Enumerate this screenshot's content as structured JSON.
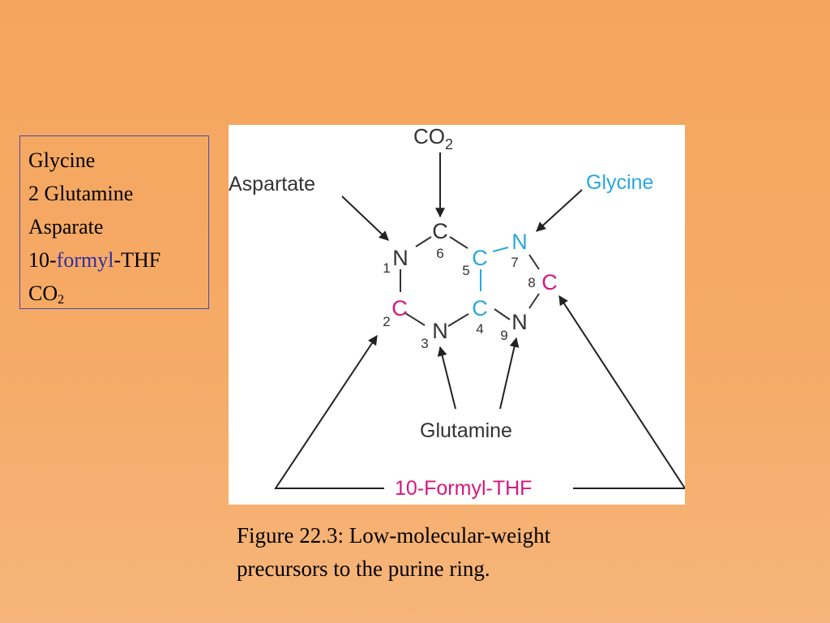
{
  "precursors": {
    "line1": "Glycine",
    "line2": "2 Glutamine",
    "line3": "Asparate",
    "line4_a": "10-",
    "line4_b": "formyl",
    "line4_c": "-THF",
    "line5_a": "CO",
    "line5_sub": "2"
  },
  "diagram": {
    "co2": "CO",
    "co2_sub": "2",
    "aspartate": "Aspartate",
    "glycine": "Glycine",
    "glutamine": "Glutamine",
    "formyl_thf": "10-Formyl-THF",
    "atoms": {
      "c6": "C",
      "n1": "N",
      "c5": "C",
      "n7": "N",
      "c8": "C",
      "c2": "C",
      "n3": "N",
      "c4": "C",
      "n9": "N"
    },
    "positions": {
      "p1": "1",
      "p2": "2",
      "p3": "3",
      "p4": "4",
      "p5": "5",
      "p6": "6",
      "p7": "7",
      "p8": "8",
      "p9": "9"
    },
    "colors": {
      "black": "#333333",
      "glycine": "#2aa8d8",
      "formyl": "#d5177f"
    }
  },
  "caption": {
    "line1": "Figure 22.3: Low-molecular-weight",
    "line2": "precursors to the purine ring."
  }
}
